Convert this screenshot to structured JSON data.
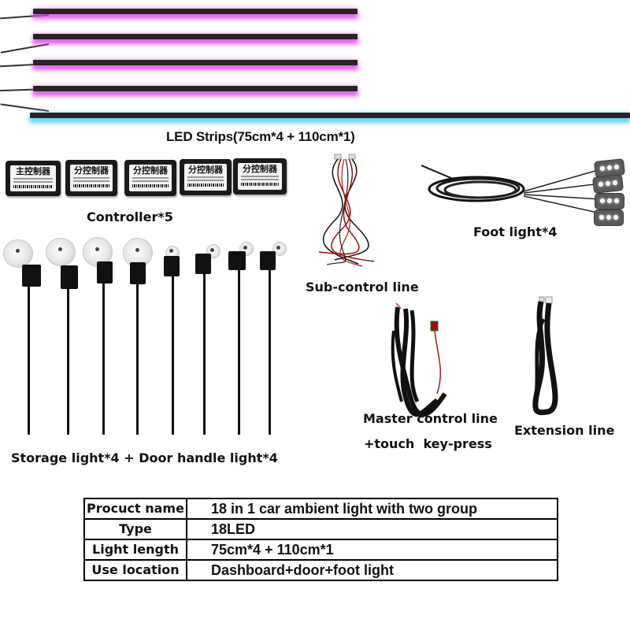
{
  "image": {
    "background": "#ffffff",
    "accent_colors": {
      "strip_glow_purple": "#d640e8",
      "strip_glow_blue": "#46c8f0",
      "wire_red": "#b01010"
    }
  },
  "components": {
    "led_strips": {
      "label": "LED Strips(75cm*4 + 110cm*1)",
      "count_75cm": 4,
      "count_110cm": 1
    },
    "controller": {
      "label": "Controller*5",
      "units": [
        {
          "title": "主控制器"
        },
        {
          "title": "分控制器"
        },
        {
          "title": "分控制器"
        },
        {
          "title": "分控制器"
        },
        {
          "title": "分控制器"
        }
      ]
    },
    "sub_control_line": {
      "label": "Sub-control line"
    },
    "foot_light": {
      "label": "Foot light*4"
    },
    "storage_door_lights": {
      "label": "Storage light*4 + Door handle light*4"
    },
    "master_control_line": {
      "label_line1": "Master control line",
      "label_line2": "+touch  key-press"
    },
    "extension_line": {
      "label": "Extension line"
    }
  },
  "spec_table": {
    "rows": [
      {
        "key": "Procuct name",
        "value": "18 in 1 car ambient light with two group"
      },
      {
        "key": "Type",
        "value": "18LED"
      },
      {
        "key": "Light length",
        "value": "75cm*4 + 110cm*1"
      },
      {
        "key": "Use location",
        "value": "Dashboard+door+foot light"
      }
    ]
  }
}
